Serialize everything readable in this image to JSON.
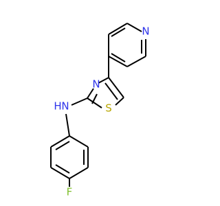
{
  "colors": {
    "bond": "#000000",
    "nitrogen": "#2d33ea",
    "sulfur": "#b8a600",
    "fluorine": "#7fbf2d"
  },
  "atoms": {
    "pyridine_n": "N",
    "thiazole_n": "N",
    "amine_n": "N",
    "amine_h": "H",
    "thiazole_s": "S",
    "fluorine": "F"
  }
}
